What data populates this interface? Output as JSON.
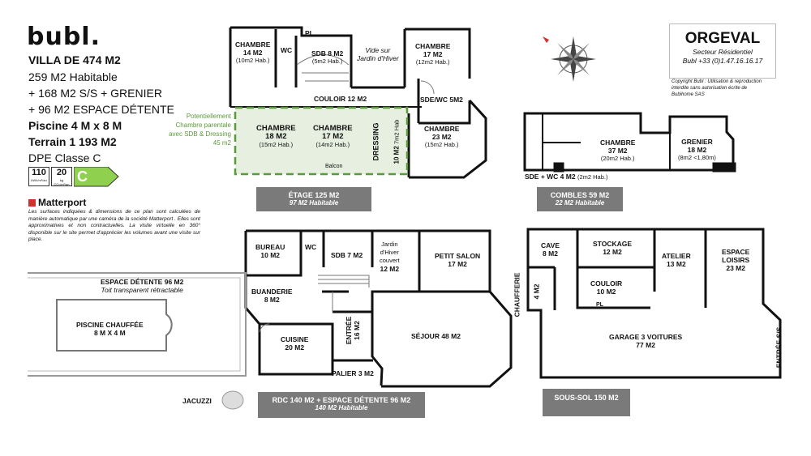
{
  "brand": {
    "logo": "bubl."
  },
  "specs": {
    "line1": "VILLA  DE 474 M2",
    "line2": "259 M2 Habitable",
    "line3": "+ 168 M2 S/S + GRENIER",
    "line4": "+   96 M2 ESPACE DÉTENTE",
    "line5": "Piscine 4 M x 8 M",
    "line6": "Terrain 1 193 M2",
    "line7": "DPE Classe C"
  },
  "dpe": {
    "energy": "110",
    "energy_unit": "kWh/m²/an",
    "ghg": "20",
    "ghg_unit": "kg CO₂/m²/an",
    "class": "C",
    "color": "#8fd14f"
  },
  "matterport": {
    "label": "Matterport",
    "color": "#d0312d"
  },
  "disclaimer": "Les surfaces indiquées & dimensions de ce plan sont calculées de manière automatique par une caméra de la société Matterport . Elles sont approximatives et non contractuelles. La visite virtuelle en 360° disponible sur le site permet d'apprécier les volumes avant une visite sur place.",
  "location": {
    "name": "ORGEVAL",
    "sub1": "Secteur Résidentiel",
    "sub2": "Bubl +33 (0)1.47.16.16.17"
  },
  "copyright": "Copyright Bubl : Utilisation & reproduction interdite sans autorisation écrite de Bubihome SAS",
  "potential": {
    "l1": "Potentiellement",
    "l2": "Chambre parentale",
    "l3": "avec SDB & Dressing",
    "l4": "45 m2",
    "color": "#5b9a3a"
  },
  "etage": {
    "banner": "ÉTAGE 125 M2",
    "banner_sub": "97 M2 Habitable",
    "chambre14": {
      "t": "CHAMBRE",
      "a": "14 M2",
      "h": "(10m2 Hab.)"
    },
    "wc": "WC",
    "pl": "PL",
    "sdb": {
      "t": "SDB 8 M2",
      "h": "(5m2 Hab.)"
    },
    "vide": {
      "l1": "Vide sur",
      "l2": "Jardin d'Hiver"
    },
    "chambre17a": {
      "t": "CHAMBRE",
      "a": "17 M2",
      "h": "(12m2 Hab.)"
    },
    "couloir": "COULOIR 12 M2",
    "sde": "SDE/WC 5M2",
    "chambre18": {
      "t": "CHAMBRE",
      "a": "18 M2",
      "h": "(15m2 Hab.)"
    },
    "chambre17b": {
      "t": "CHAMBRE",
      "a": "17 M2",
      "h": "(14m2 Hab.)"
    },
    "dressing": {
      "t": "DRESSING",
      "a": "10 M2",
      "h": "7m2 Hab"
    },
    "chambre23": {
      "t": "CHAMBRE",
      "a": "23 M2",
      "h": "(15m2 Hab.)"
    },
    "balcon": "Balcon"
  },
  "combles": {
    "banner": "COMBLES 59 M2",
    "banner_sub": "22 M2 Habitable",
    "chambre": {
      "t": "CHAMBRE",
      "a": "37 M2",
      "h": "(20m2 Hab.)"
    },
    "grenier": {
      "t": "GRENIER",
      "a": "18 M2",
      "h": "(8m2 <1,80m)"
    },
    "sde": "SDE + WC 4 M2",
    "sde_h": "(2m2 Hab.)"
  },
  "rdc": {
    "banner": "RDC 140 M2 + ESPACE DÉTENTE 96 M2",
    "banner_sub": "140 M2 Habitable",
    "bureau": {
      "t": "BUREAU",
      "a": "10 M2"
    },
    "wc": "WC",
    "sdb": "SDB 7 M2",
    "jardin": {
      "l1": "Jardin",
      "l2": "d'Hiver",
      "l3": "couvert",
      "a": "12 M2"
    },
    "petit_salon": {
      "t": "PETIT SALON",
      "a": "17 M2"
    },
    "buanderie": {
      "t": "BUANDERIE",
      "a": "8 M2"
    },
    "entree": {
      "t": "ENTRÉE",
      "a": "16 M2"
    },
    "cuisine": {
      "t": "CUISINE",
      "a": "20 M2"
    },
    "sejour": "SÉJOUR 48 M2",
    "palier": "PALIER 3 M2",
    "espace": {
      "t": "ESPACE DÉTENTE  96 M2",
      "s": "Toit transparent rétractable"
    },
    "piscine": {
      "t": "PISCINE CHAUFFÉE",
      "a": "8 M X 4 M"
    },
    "jacuzzi": "JACUZZI"
  },
  "sous_sol": {
    "banner": "SOUS-SOL 150 M2",
    "cave": {
      "t": "CAVE",
      "a": "8 M2"
    },
    "stockage": {
      "t": "STOCKAGE",
      "a": "12 M2"
    },
    "atelier": {
      "t": "ATELIER",
      "a": "13 M2"
    },
    "loisirs": {
      "l1": "ESPACE",
      "l2": "LOISIRS",
      "a": "23 M2"
    },
    "chaufferie": "CHAUFFERIE",
    "m4": "4 M2",
    "couloir": {
      "t": "COULOIR",
      "a": "10 M2"
    },
    "pl": "PL",
    "garage": {
      "t": "GARAGE  3 VOITURES",
      "a": "77 M2"
    },
    "entree": "ENTRÉE S/S"
  }
}
